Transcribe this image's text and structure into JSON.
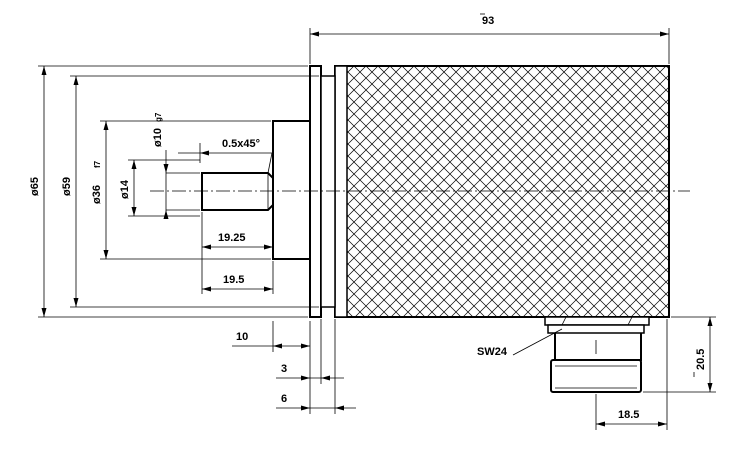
{
  "dimensions": {
    "total_length": "93",
    "outer_diameter": "ø65",
    "flange_diameter": "ø59",
    "spigot_diameter": "ø36",
    "spigot_tolerance": "f7",
    "shaft_diameter": "ø10",
    "shaft_tolerance": "g7",
    "shaft_shoulder_diameter": "ø14",
    "chamfer": "0.5x45°",
    "shaft_length_1": "19.25",
    "shaft_length_2": "19.5",
    "spigot_depth": "10",
    "flange_thickness_1": "3",
    "flange_thickness_2": "6",
    "connector_height": "20.5",
    "connector_width": "18.5",
    "wrench_size": "SW24"
  }
}
